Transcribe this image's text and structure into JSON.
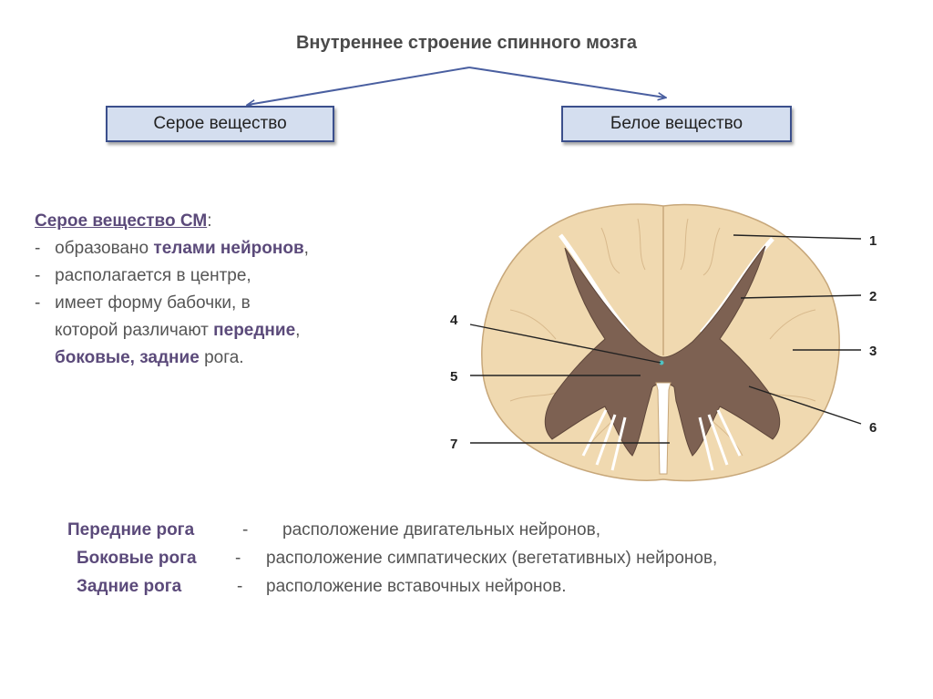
{
  "title": "Внутреннее строение спинного мозга",
  "boxes": {
    "grey": "Серое вещество",
    "white": "Белое вещество"
  },
  "description": {
    "heading": "Серое вещество СМ",
    "heading_suffix": ":",
    "items": [
      {
        "dash": "-",
        "text": "образовано ",
        "bold": "телами нейронов",
        "after": ","
      },
      {
        "dash": "-",
        "text": "располагается в центре,"
      },
      {
        "dash": "-",
        "text": "имеет форму бабочки, в"
      }
    ],
    "cont1_text": "которой различают ",
    "cont1_bold": "передние",
    "cont1_after": ",",
    "cont2_bold": "боковые, задние",
    "cont2_after": " рога."
  },
  "horns": [
    {
      "name": "Передние рога",
      "dash": "-",
      "text": "расположение   двигательных   нейронов,"
    },
    {
      "name": "Боковые рога",
      "dash": "-",
      "text": "расположение  симпатических (вегетативных)  нейронов,"
    },
    {
      "name": "Задние рога",
      "dash": "-",
      "text": "расположение  вставочных   нейронов."
    }
  ],
  "diagram_labels": [
    "1",
    "2",
    "3",
    "4",
    "5",
    "6",
    "7"
  ],
  "colors": {
    "box_fill": "#d4deef",
    "box_border": "#3b4f8c",
    "arrow": "#4a5fa0",
    "white_matter": "#f0d9b0",
    "grey_matter": "#7d6152",
    "accent_text": "#5b4a7a"
  }
}
